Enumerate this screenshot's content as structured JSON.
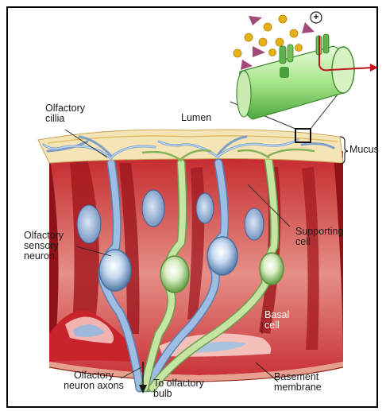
{
  "labels": {
    "olfactory_cilia": [
      "Olfactory",
      "cillia"
    ],
    "lumen": "Lumen",
    "mucus": "Mucus",
    "supporting_cell": [
      "Supporting",
      "cell"
    ],
    "olfactory_sensory_neuron": [
      "Olfactory",
      "sensory",
      "neuron"
    ],
    "basal_cell": [
      "Basal",
      "cell"
    ],
    "olfactory_neuron_axons": [
      "Olfactory",
      "neuron axons"
    ],
    "to_olfactory_bulb": [
      "To olfactory",
      "bulb"
    ],
    "basement_membrane": [
      "Basement",
      "membrane"
    ],
    "plus_sign": "+"
  },
  "colors": {
    "tissue_red": "#b01c22",
    "tissue_pink": "#e98a8a",
    "neuron_blue": "#8eb0d6",
    "supporting_green": "#bfdc9a",
    "receptor_green": "#7fd06a",
    "odorant_yellow": "#e6b019",
    "odorant_mauve": "#a04a78",
    "mucus_tan": "#f3dfb0",
    "arrow_red": "#c0141c"
  }
}
